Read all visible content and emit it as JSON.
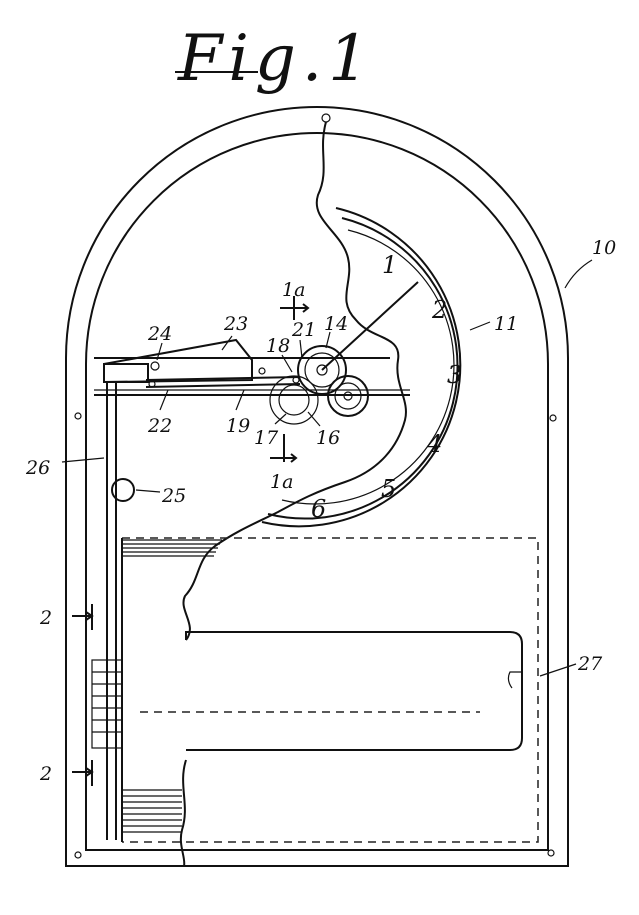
{
  "figure": {
    "title": "Fig.1",
    "dial_numbers": [
      "1",
      "2",
      "3",
      "4",
      "5",
      "6"
    ],
    "refs": {
      "r10": "10",
      "r11": "11",
      "r14": "14",
      "r16": "16",
      "r17": "17",
      "r18": "18",
      "r19": "19",
      "r21": "21",
      "r22": "22",
      "r23": "23",
      "r24": "24",
      "r25": "25",
      "r26": "26",
      "r27": "27",
      "sec_top": "1a",
      "sec_bottom": "1a",
      "sec2_top": "2",
      "sec2_bottom": "2"
    }
  }
}
